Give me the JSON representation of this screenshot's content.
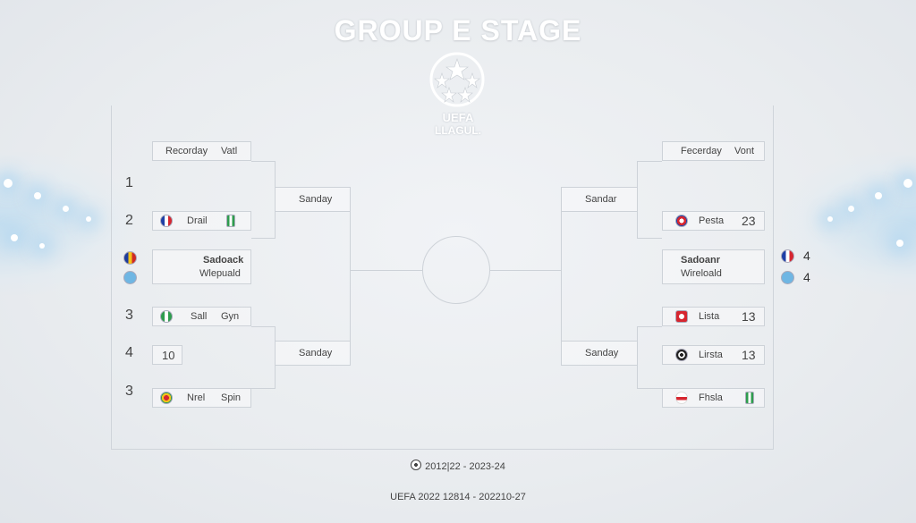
{
  "header": {
    "title": "GROUP E STAGE",
    "logo_line1": "UEFA",
    "logo_line2": "LLAGUL."
  },
  "left": {
    "top_label_a": "Recorday",
    "top_label_b": "Vatl",
    "r2_top": "Sanday",
    "r2_bottom": "Sanday",
    "seeds": [
      "1",
      "2",
      "3",
      "4",
      "3"
    ],
    "match1": {
      "team": "Drail"
    },
    "match2": {
      "line1": "Sadoack",
      "line2": "Wlepuald"
    },
    "match3": {
      "team_a": "Sall",
      "team_b": "Gyn"
    },
    "match4": {
      "score": "10"
    },
    "match5": {
      "team_a": "Nrel",
      "team_b": "Spin"
    }
  },
  "right": {
    "top_label_a": "Fecerday",
    "top_label_b": "Vont",
    "r2_top": "Sandar",
    "r2_bottom": "Sanday",
    "match1": {
      "team": "Pesta",
      "score": "23"
    },
    "match2": {
      "line1": "Sadoanr",
      "line2": "Wireloald"
    },
    "match3": {
      "team": "Lista",
      "score": "13"
    },
    "match4": {
      "team": "Lirsta",
      "score": "13"
    },
    "match5": {
      "team": "Fhsla"
    },
    "outside_scores": [
      "4",
      "4"
    ]
  },
  "footer": {
    "season": "2012|22 - 2023-24",
    "bottom": "UEFA 2022 12814 - 202210-27"
  },
  "colors": {
    "background": "#e9ecef",
    "line": "#cdd2d8",
    "accent_glow": "#bfe0f5"
  }
}
